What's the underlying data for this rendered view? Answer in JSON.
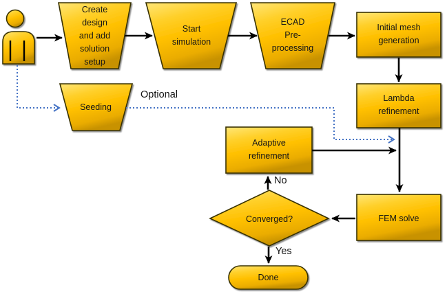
{
  "nodes": {
    "create_design": {
      "lines": [
        "Create",
        "design",
        "and add",
        "solution",
        "setup"
      ]
    },
    "start_simulation": {
      "lines": [
        "Start",
        "simulation"
      ]
    },
    "ecad_preprocessing": {
      "lines": [
        "ECAD",
        "Pre-",
        "processing"
      ]
    },
    "initial_mesh": {
      "lines": [
        "Initial mesh",
        "generation"
      ]
    },
    "seeding": {
      "lines": [
        "Seeding"
      ]
    },
    "lambda_refinement": {
      "lines": [
        "Lambda",
        "refinement"
      ]
    },
    "adaptive_refinement": {
      "lines": [
        "Adaptive",
        "refinement"
      ]
    },
    "converged": {
      "lines": [
        "Converged?"
      ]
    },
    "fem_solve": {
      "lines": [
        "FEM solve"
      ]
    },
    "done": {
      "lines": [
        "Done"
      ]
    }
  },
  "edge_labels": {
    "optional": "Optional",
    "no": "No",
    "yes": "Yes"
  },
  "colors": {
    "shape_fill": "#FFC000",
    "shape_highlight": "#FFE678",
    "shape_shadow": "#C89200",
    "shape_outline": "#393005",
    "arrow_black": "#000000",
    "arrow_optional_blue": "#4472C4",
    "text": "#161616",
    "background": "#FFFFFF"
  }
}
